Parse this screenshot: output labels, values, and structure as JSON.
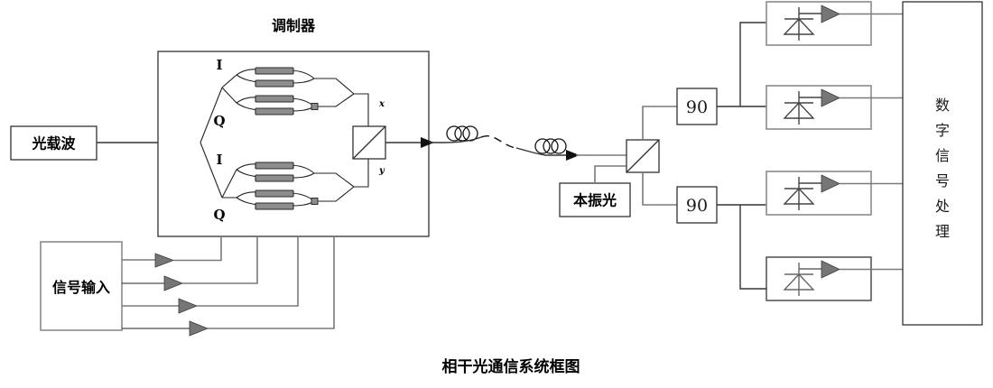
{
  "figure": {
    "caption": "相干光通信系统框图",
    "domain_note": "coherent optical communication system block diagram"
  },
  "transmitter": {
    "source_box": {
      "label": "光载波",
      "name": "optical-carrier"
    },
    "modulator": {
      "title": "调制器",
      "branch_labels": [
        "I",
        "Q",
        "I",
        "Q"
      ],
      "pol_labels": [
        "x",
        "y"
      ],
      "name": "iq-modulator"
    },
    "signal_input_box": {
      "label": "信号输入",
      "name": "signal-input"
    },
    "drive_arrow_count": 4
  },
  "channel": {
    "fiber_coil_count": 2,
    "name": "optical-fiber-link"
  },
  "receiver": {
    "local_oscillator_box": {
      "label": "本振光",
      "name": "local-oscillator"
    },
    "pbs_name": "polarization-beam-splitter",
    "hybrids": [
      {
        "label": "90",
        "name": "hybrid-90-upper"
      },
      {
        "label": "90",
        "name": "hybrid-90-lower"
      }
    ],
    "photodetectors": [
      {
        "name": "balanced-photodetector-1"
      },
      {
        "name": "balanced-photodetector-2"
      },
      {
        "name": "balanced-photodetector-3"
      },
      {
        "name": "balanced-photodetector-4"
      }
    ],
    "dsp_box": {
      "label": "数字信号处理",
      "chars": [
        "数",
        "字",
        "信",
        "号",
        "处",
        "理"
      ],
      "name": "digital-signal-processing"
    }
  },
  "colors": {
    "line_dark": "#333333",
    "line_gray": "#7a7a7a",
    "electrode_fill": "#8d8d8d",
    "arrow_gray": "#767676",
    "background": "#ffffff"
  }
}
